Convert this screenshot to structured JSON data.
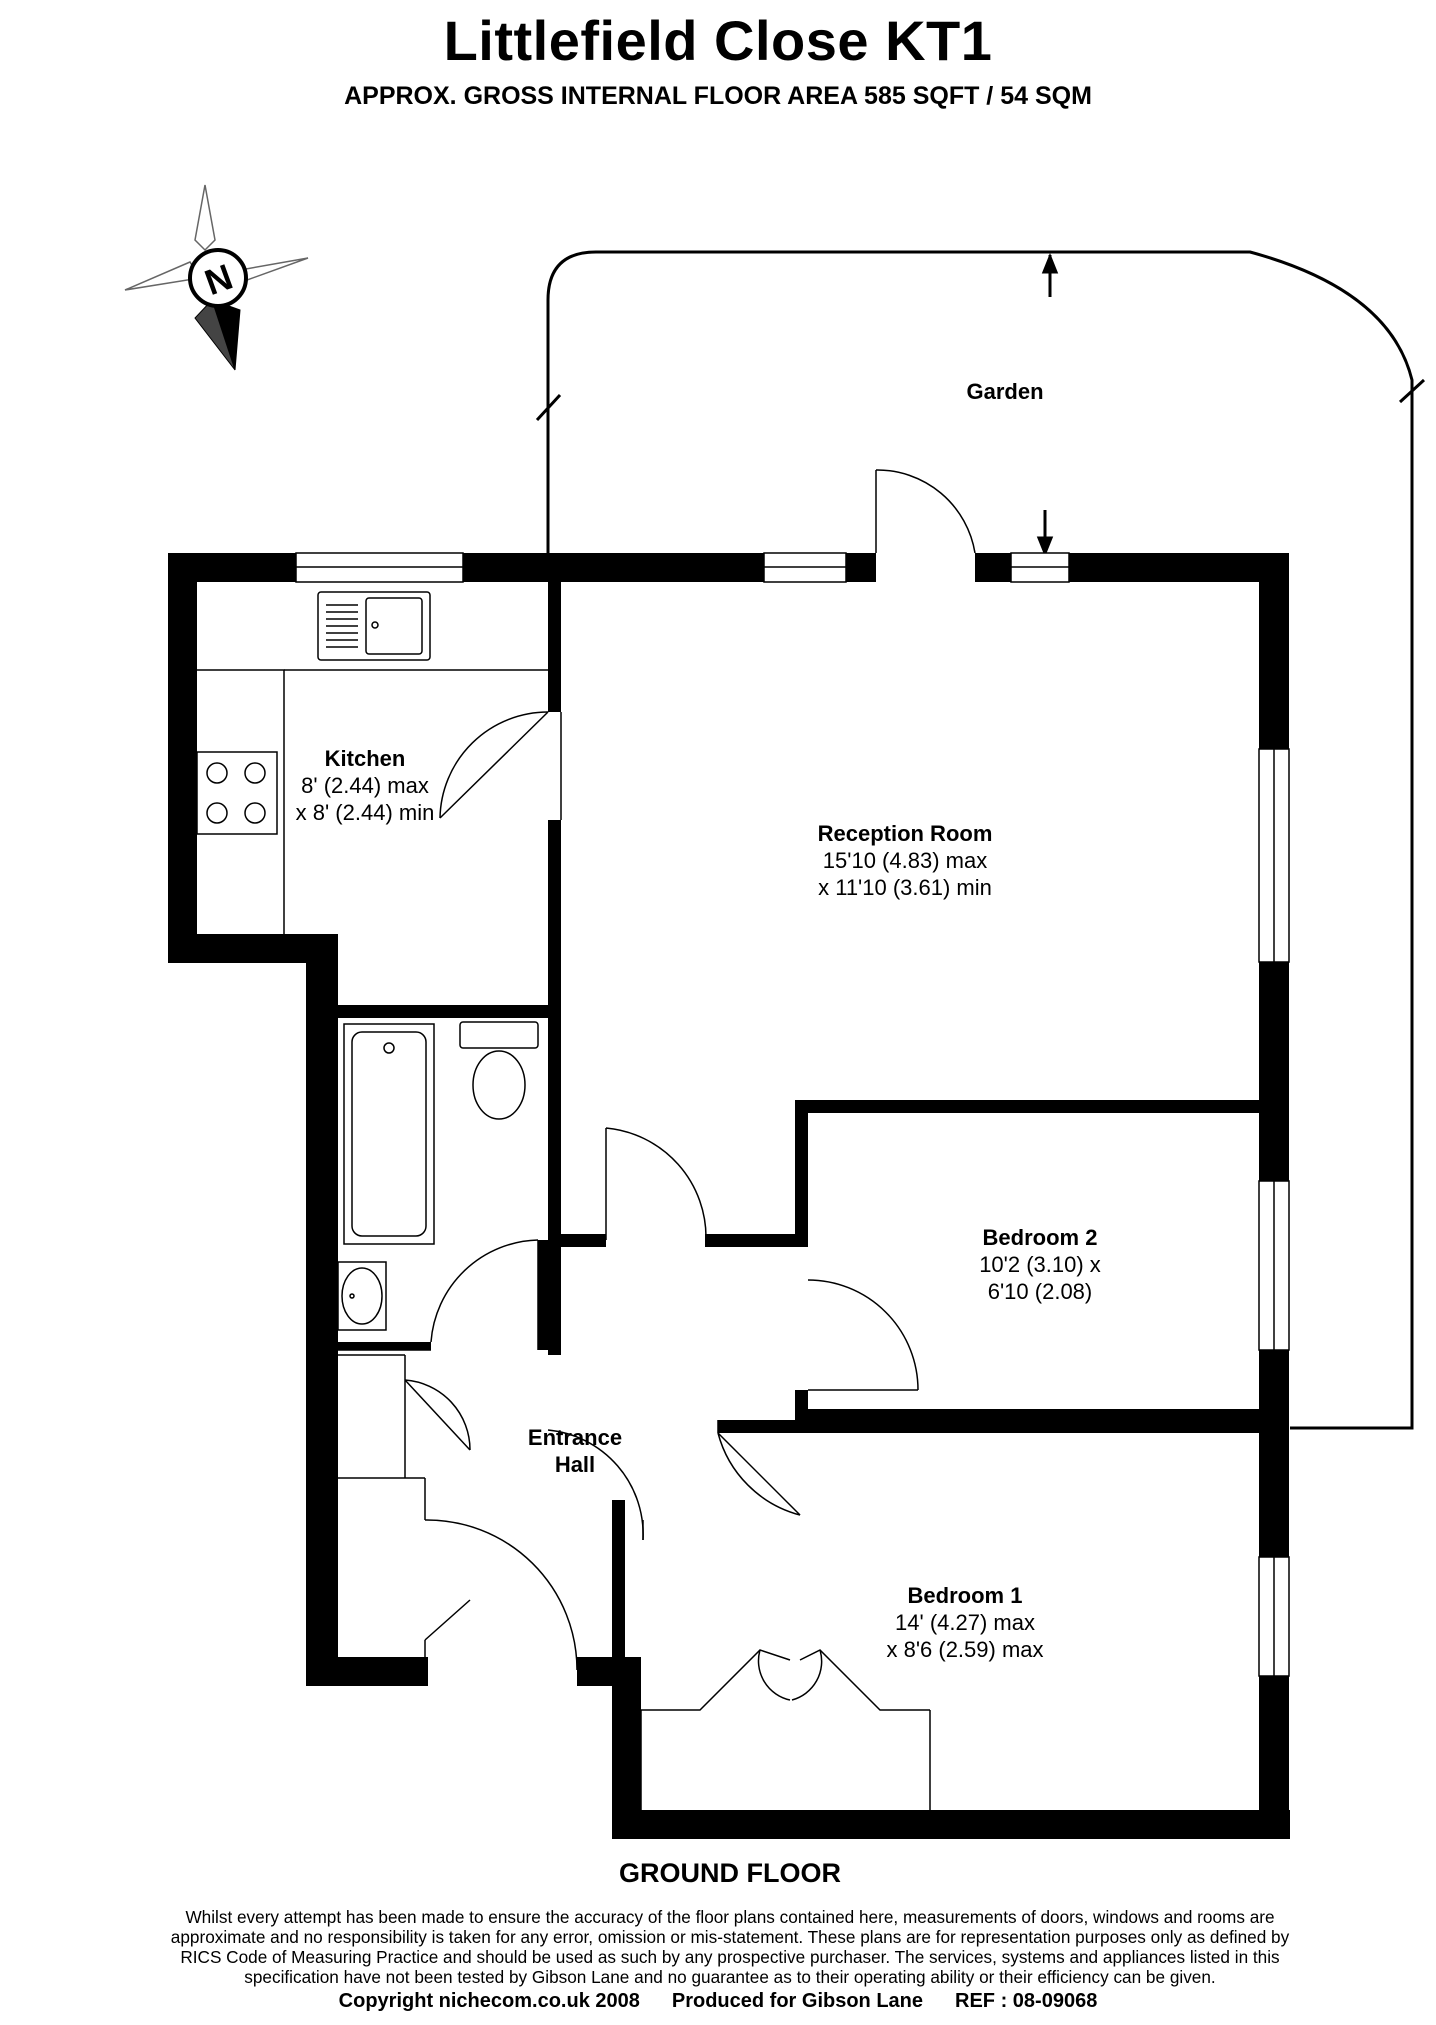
{
  "header": {
    "title": "Littlefield Close KT1",
    "subtitle": "APPROX. GROSS INTERNAL FLOOR AREA 585 SQFT / 54 SQM"
  },
  "compass": {
    "label": "N",
    "icon": "compass-rose-icon"
  },
  "rooms": {
    "garden": {
      "name": "Garden"
    },
    "kitchen": {
      "name": "Kitchen",
      "dim1": "8' (2.44) max",
      "dim2": "x 8' (2.44) min"
    },
    "reception": {
      "name": "Reception Room",
      "dim1": "15'10 (4.83) max",
      "dim2": "x 11'10 (3.61) min"
    },
    "bedroom2": {
      "name": "Bedroom 2",
      "dim1": "10'2 (3.10) x",
      "dim2": "6'10 (2.08)"
    },
    "hall": {
      "name": "Entrance",
      "name2": "Hall"
    },
    "bedroom1": {
      "name": "Bedroom 1",
      "dim1": "14' (4.27) max",
      "dim2": "x 8'6 (2.59) max"
    }
  },
  "floor_label": "GROUND FLOOR",
  "disclaimer": "Whilst every attempt has been made to ensure the accuracy of the floor plans contained here, measurements of doors, windows and rooms are approximate and no responsibility is taken for any error, omission or mis-statement.  These plans are for representation purposes only as defined by RICS Code of Measuring Practice and should be used as such by any prospective purchaser.  The services, systems and appliances listed in this specification have not been tested by Gibson Lane and no guarantee as to their operating ability or their efficiency can be given.",
  "footer": {
    "copyright": "Copyright nichecom.co.uk 2008",
    "produced": "Produced for Gibson Lane",
    "ref": "REF : 08-09068"
  }
}
